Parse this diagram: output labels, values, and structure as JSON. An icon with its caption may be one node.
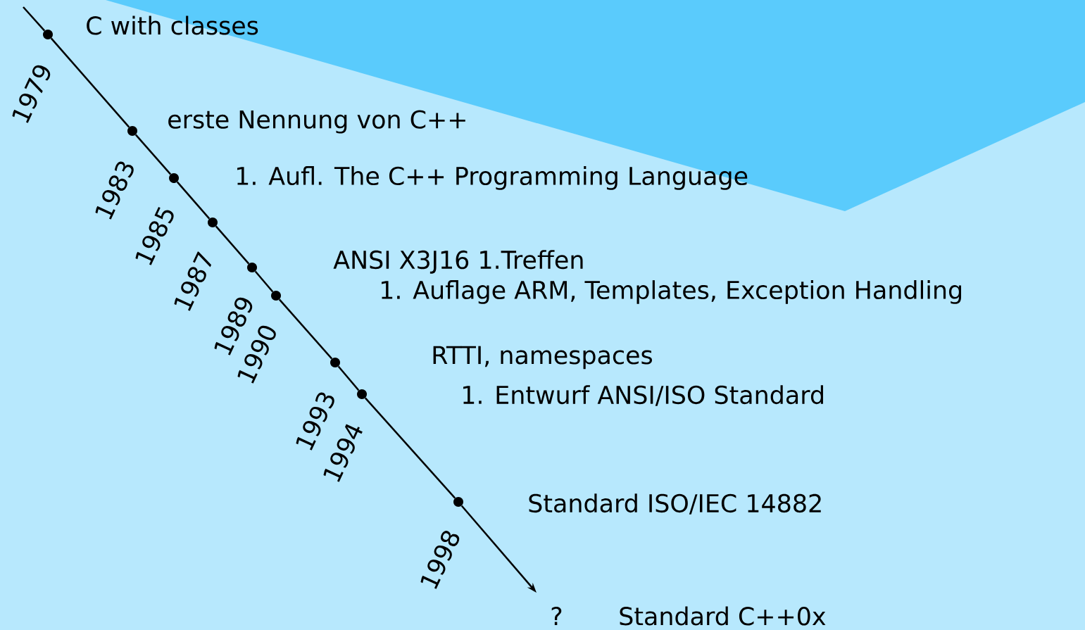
{
  "diagram": {
    "nodes": [
      {
        "text": [],
        "shape": "circle",
        "beside": [
          "1979"
        ]
      },
      {
        "text": [],
        "shape": "circle",
        "beside": [
          "1983"
        ]
      },
      {
        "text": [],
        "shape": "circle",
        "beside": [
          "1985"
        ]
      },
      {
        "text": [],
        "shape": "circle",
        "beside": [
          "1987"
        ]
      },
      {
        "text": [],
        "shape": "circle",
        "beside": [
          "1989"
        ]
      },
      {
        "text": [],
        "shape": "circle",
        "beside": [
          "1990"
        ]
      },
      {
        "text": [],
        "shape": "circle",
        "beside": [
          "1993"
        ]
      },
      {
        "text": [],
        "shape": "circle",
        "beside": [
          "1994"
        ]
      },
      {
        "text": [],
        "shape": "circle",
        "beside": [
          "1998"
        ]
      }
    ],
    "edges": [
      {
        "from": null,
        "to": 0,
        "arrow": "none"
      },
      {
        "from": 0,
        "to": 1,
        "arrow": "none"
      },
      {
        "from": 1,
        "to": 2,
        "arrow": "none"
      },
      {
        "from": 2,
        "to": 3,
        "arrow": "none"
      },
      {
        "from": 3,
        "to": 4,
        "arrow": "none"
      },
      {
        "from": 4,
        "to": 5,
        "arrow": "none"
      },
      {
        "from": 5,
        "to": 6,
        "arrow": "none"
      },
      {
        "from": 6,
        "to": 7,
        "arrow": "none"
      },
      {
        "from": 7,
        "to": 8,
        "arrow": "none"
      },
      {
        "from": 8,
        "to": null,
        "arrow": "to"
      }
    ],
    "labels": [
      "C with classes",
      "erste Nennung von C++",
      "1. Aufl. The C++ Programming Language",
      "ANSI X3J16 1.Treffen",
      "1. Auflage ARM, Templates, Exception Handling",
      "RTTI, namespaces",
      "1. Entwurf ANSI/ISO Standard",
      "Standard ISO/IEC 14882",
      "?",
      "Standard C++0x"
    ]
  }
}
